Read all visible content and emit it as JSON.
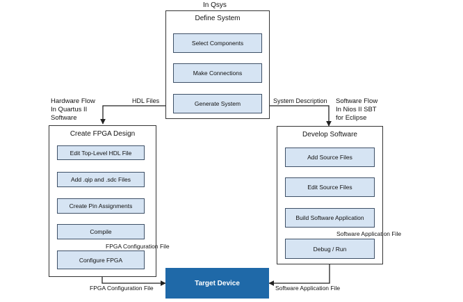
{
  "header_label": "In Qsys",
  "define_system": {
    "title": "Define System",
    "steps": [
      "Select Components",
      "Make Connections",
      "Generate System"
    ]
  },
  "hardware_flow": {
    "label_line1": "Hardware Flow",
    "label_line2": "In Quartus II",
    "label_line3": "Software",
    "title": "Create FPGA Design",
    "steps": [
      "Edit Top-Level HDL File",
      "Add .qip and .sdc Files",
      "Create Pin Assignments",
      "Compile",
      "Configure FPGA"
    ]
  },
  "software_flow": {
    "label_line1": "Software Flow",
    "label_line2": "In Nios II SBT",
    "label_line3": "for Eclipse",
    "title": "Develop Software",
    "steps": [
      "Add Source Files",
      "Edit Source Files",
      "Build Software Application",
      "Debug / Run"
    ]
  },
  "connectors": {
    "hdl_files": "HDL Files",
    "system_description": "System Description",
    "fpga_config_inner": "FPGA Configuration File",
    "fpga_config_outer": "FPGA Configuration File",
    "sw_app_inner": "Software Application File",
    "sw_app_outer": "Software Application File"
  },
  "target_device": "Target Device",
  "colors": {
    "step_fill": "#d6e4f3",
    "step_border": "#3d4f66",
    "target_fill": "#1f69a8"
  }
}
